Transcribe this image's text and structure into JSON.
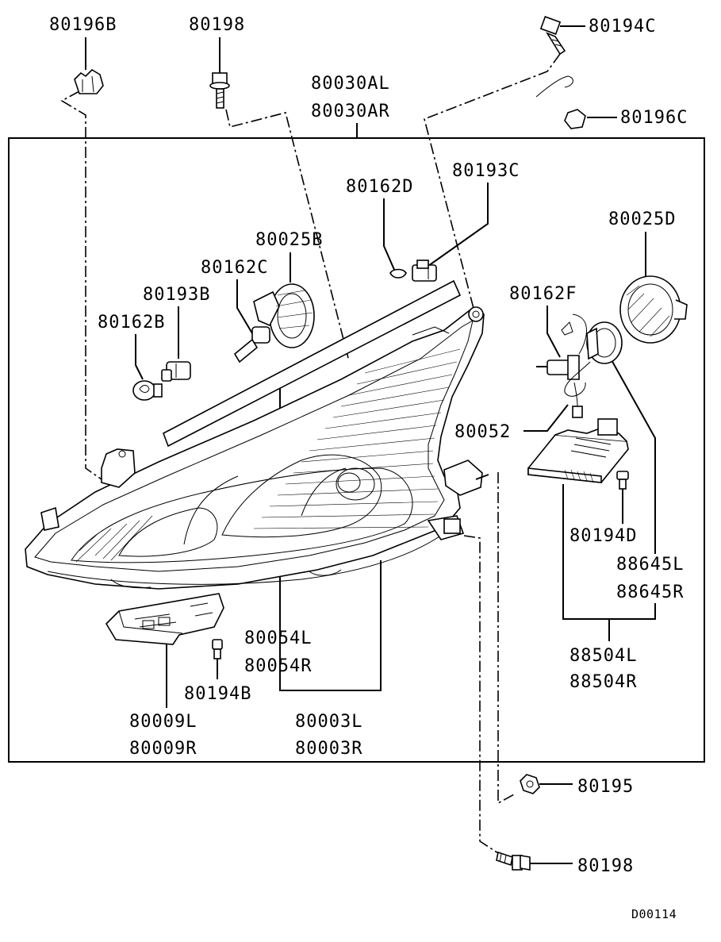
{
  "diagram_id": "D00114",
  "parts": {
    "p80196B": "80196B",
    "p80198_top": "80198",
    "p80194C": "80194C",
    "p80030AL": "80030AL",
    "p80030AR": "80030AR",
    "p80196C": "80196C",
    "p80162D": "80162D",
    "p80193C": "80193C",
    "p80025D": "80025D",
    "p80025B": "80025B",
    "p80162C": "80162C",
    "p80193B": "80193B",
    "p80162B": "80162B",
    "p80162F": "80162F",
    "p80052": "80052",
    "p80194D": "80194D",
    "p88645L": "88645L",
    "p88645R": "88645R",
    "p80054L": "80054L",
    "p80054R": "80054R",
    "p80194B": "80194B",
    "p88504L": "88504L",
    "p88504R": "88504R",
    "p80009L": "80009L",
    "p80009R": "80009R",
    "p80003L": "80003L",
    "p80003R": "80003R",
    "p80195": "80195",
    "p80198_bottom": "80198"
  }
}
